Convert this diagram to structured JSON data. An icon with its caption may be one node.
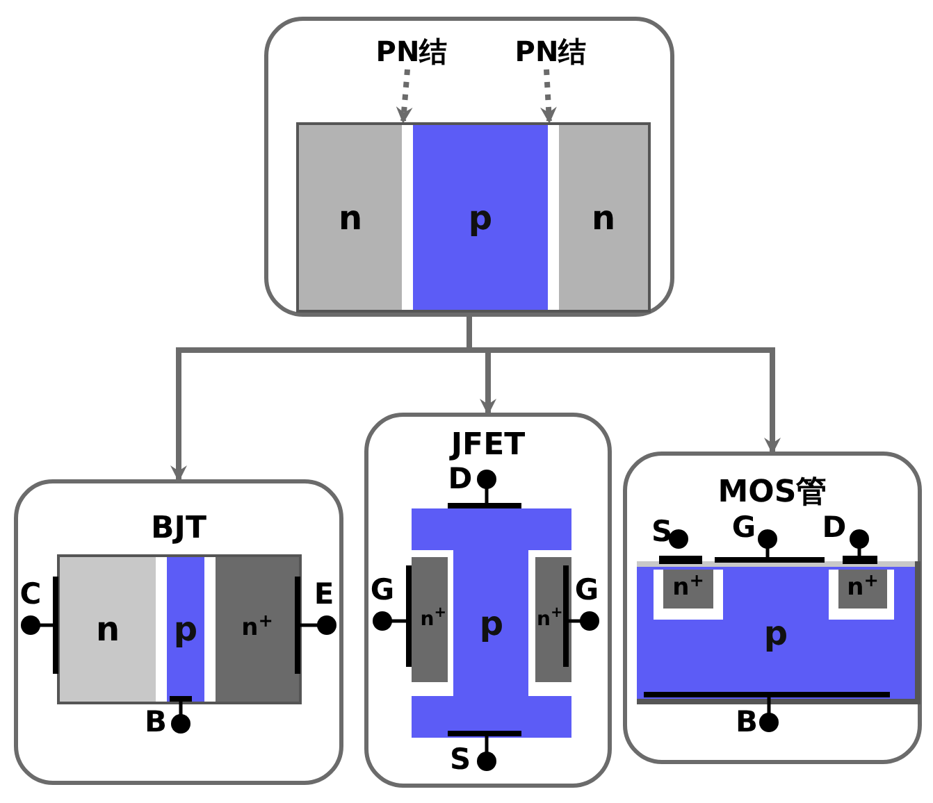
{
  "diagram": {
    "nodes": [
      {
        "text": [],
        "shape": "box"
      },
      {
        "text": [
          "PN结"
        ],
        "in": 0
      },
      {
        "text": [
          "PN结"
        ],
        "in": 0
      },
      {
        "text": [
          "n"
        ],
        "in": 0
      },
      {
        "text": [],
        "shape": "bar",
        "in": 0
      },
      {
        "text": [
          "p"
        ],
        "in": 0
      },
      {
        "text": [],
        "shape": "bar",
        "in": 0
      },
      {
        "text": [
          "n"
        ],
        "in": 0
      },
      {
        "text": [
          "BJT"
        ]
      },
      {
        "text": [
          "n"
        ],
        "in": 8
      },
      {
        "text": [
          "p"
        ],
        "in": 8
      },
      {
        "text": [
          "n$^{+}$"
        ],
        "in": 8
      },
      {
        "text": [
          "JFET"
        ]
      },
      {
        "text": [
          "p"
        ],
        "in": 12
      },
      {
        "text": [
          "n$^{+}$"
        ],
        "in": 13
      },
      {
        "text": [
          "n$^{+}$"
        ],
        "in": 13
      },
      {
        "text": [
          "MOS管"
        ]
      },
      {
        "text": [
          "p"
        ],
        "in": 16
      },
      {
        "text": [
          "n$^{+}$"
        ],
        "in": 17
      },
      {
        "text": [
          "n$^{+}$"
        ],
        "in": 17
      }
    ],
    "edges": [
      {
        "from": 0,
        "to": 8,
        "arrow": "to"
      },
      {
        "from": 0,
        "to": 12,
        "arrow": "to"
      },
      {
        "from": 0,
        "to": 16,
        "arrow": "to"
      },
      {
        "from": 1,
        "to": 4,
        "arrow": "to",
        "style": "dashed"
      },
      {
        "from": 2,
        "to": 6,
        "arrow": "to",
        "style": "dashed"
      }
    ],
    "labels": [
      "C",
      "E",
      "B",
      "D",
      "G",
      "G",
      "S",
      "S",
      "G",
      "D",
      "B"
    ]
  }
}
